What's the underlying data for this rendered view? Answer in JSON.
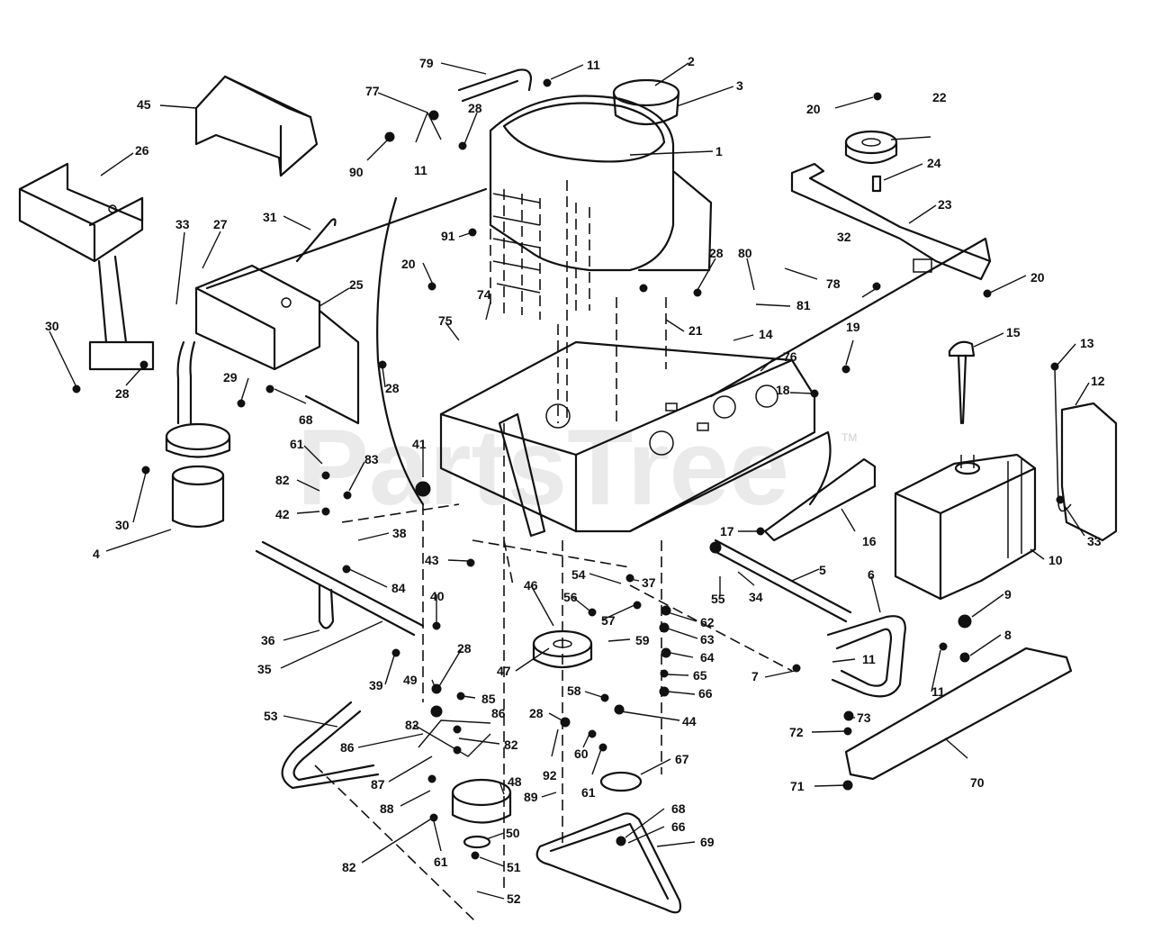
{
  "watermark": {
    "text": "PartsTree",
    "tm": "TM"
  },
  "callouts": [
    {
      "id": "c79",
      "label": "79"
    },
    {
      "id": "c11a",
      "label": "11"
    },
    {
      "id": "c2",
      "label": "2"
    },
    {
      "id": "c3",
      "label": "3"
    },
    {
      "id": "c45",
      "label": "45"
    },
    {
      "id": "c77",
      "label": "77"
    },
    {
      "id": "c28a",
      "label": "28"
    },
    {
      "id": "c1",
      "label": "1"
    },
    {
      "id": "c26",
      "label": "26"
    },
    {
      "id": "c90",
      "label": "90"
    },
    {
      "id": "c11b",
      "label": "11"
    },
    {
      "id": "c20a",
      "label": "20"
    },
    {
      "id": "c22",
      "label": "22"
    },
    {
      "id": "c24",
      "label": "24"
    },
    {
      "id": "c23",
      "label": "23"
    },
    {
      "id": "c33a",
      "label": "33"
    },
    {
      "id": "c27",
      "label": "27"
    },
    {
      "id": "c31",
      "label": "31"
    },
    {
      "id": "c91",
      "label": "91"
    },
    {
      "id": "c80",
      "label": "80"
    },
    {
      "id": "c28b",
      "label": "28"
    },
    {
      "id": "c78",
      "label": "78"
    },
    {
      "id": "c32",
      "label": "32"
    },
    {
      "id": "c20b",
      "label": "20"
    },
    {
      "id": "c25",
      "label": "25"
    },
    {
      "id": "c20c",
      "label": "20"
    },
    {
      "id": "c74",
      "label": "74"
    },
    {
      "id": "c81",
      "label": "81"
    },
    {
      "id": "c30a",
      "label": "30"
    },
    {
      "id": "c75",
      "label": "75"
    },
    {
      "id": "c21",
      "label": "21"
    },
    {
      "id": "c14",
      "label": "14"
    },
    {
      "id": "c19",
      "label": "19"
    },
    {
      "id": "c15",
      "label": "15"
    },
    {
      "id": "c13",
      "label": "13"
    },
    {
      "id": "c28c",
      "label": "28"
    },
    {
      "id": "c29",
      "label": "29"
    },
    {
      "id": "c28d",
      "label": "28"
    },
    {
      "id": "c76",
      "label": "76"
    },
    {
      "id": "c12",
      "label": "12"
    },
    {
      "id": "c18",
      "label": "18"
    },
    {
      "id": "c68a",
      "label": "68"
    },
    {
      "id": "c61a",
      "label": "61"
    },
    {
      "id": "c41",
      "label": "41"
    },
    {
      "id": "c82a",
      "label": "82"
    },
    {
      "id": "c83",
      "label": "83"
    },
    {
      "id": "c30b",
      "label": "30"
    },
    {
      "id": "c42",
      "label": "42"
    },
    {
      "id": "c16",
      "label": "16"
    },
    {
      "id": "c33b",
      "label": "33"
    },
    {
      "id": "c4",
      "label": "4"
    },
    {
      "id": "c38",
      "label": "38"
    },
    {
      "id": "c17",
      "label": "17"
    },
    {
      "id": "c10",
      "label": "10"
    },
    {
      "id": "c43",
      "label": "43"
    },
    {
      "id": "c5",
      "label": "5"
    },
    {
      "id": "c54",
      "label": "54"
    },
    {
      "id": "c37",
      "label": "37"
    },
    {
      "id": "c84",
      "label": "84"
    },
    {
      "id": "c6",
      "label": "6"
    },
    {
      "id": "c46",
      "label": "46"
    },
    {
      "id": "c56",
      "label": "56"
    },
    {
      "id": "c55",
      "label": "55"
    },
    {
      "id": "c34",
      "label": "34"
    },
    {
      "id": "c40",
      "label": "40"
    },
    {
      "id": "c57",
      "label": "57"
    },
    {
      "id": "c62",
      "label": "62"
    },
    {
      "id": "c9",
      "label": "9"
    },
    {
      "id": "c36",
      "label": "36"
    },
    {
      "id": "c59",
      "label": "59"
    },
    {
      "id": "c63",
      "label": "63"
    },
    {
      "id": "c8",
      "label": "8"
    },
    {
      "id": "c64",
      "label": "64"
    },
    {
      "id": "c11c",
      "label": "11"
    },
    {
      "id": "c35",
      "label": "35"
    },
    {
      "id": "c28e",
      "label": "28"
    },
    {
      "id": "c47",
      "label": "47"
    },
    {
      "id": "c65",
      "label": "65"
    },
    {
      "id": "c7",
      "label": "7"
    },
    {
      "id": "c49",
      "label": "49"
    },
    {
      "id": "c39",
      "label": "39"
    },
    {
      "id": "c85",
      "label": "85"
    },
    {
      "id": "c58",
      "label": "58"
    },
    {
      "id": "c66a",
      "label": "66"
    },
    {
      "id": "c11d",
      "label": "11"
    },
    {
      "id": "c44",
      "label": "44"
    },
    {
      "id": "c28f",
      "label": "28"
    },
    {
      "id": "c73",
      "label": "73"
    },
    {
      "id": "c53",
      "label": "53"
    },
    {
      "id": "c86a",
      "label": "86"
    },
    {
      "id": "c82b",
      "label": "82"
    },
    {
      "id": "c72",
      "label": "72"
    },
    {
      "id": "c86b",
      "label": "86"
    },
    {
      "id": "c82c",
      "label": "82"
    },
    {
      "id": "c60",
      "label": "60"
    },
    {
      "id": "c92",
      "label": "92"
    },
    {
      "id": "c48",
      "label": "48"
    },
    {
      "id": "c67",
      "label": "67"
    },
    {
      "id": "c87",
      "label": "87"
    },
    {
      "id": "c70",
      "label": "70"
    },
    {
      "id": "c61b",
      "label": "61"
    },
    {
      "id": "c71",
      "label": "71"
    },
    {
      "id": "c88",
      "label": "88"
    },
    {
      "id": "c89",
      "label": "89"
    },
    {
      "id": "c68b",
      "label": "68"
    },
    {
      "id": "c66b",
      "label": "66"
    },
    {
      "id": "c50",
      "label": "50"
    },
    {
      "id": "c69",
      "label": "69"
    },
    {
      "id": "c82d",
      "label": "82"
    },
    {
      "id": "c61c",
      "label": "61"
    },
    {
      "id": "c51",
      "label": "51"
    },
    {
      "id": "c52",
      "label": "52"
    }
  ]
}
